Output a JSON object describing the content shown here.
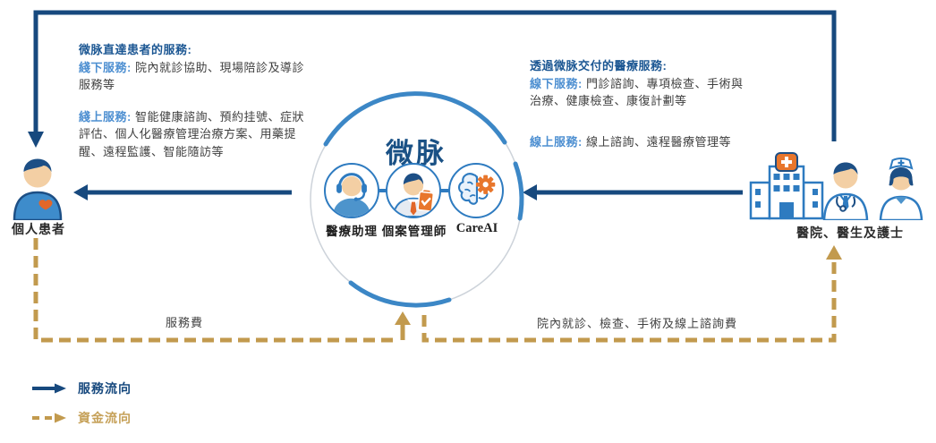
{
  "colors": {
    "service_flow_navy": "#17497e",
    "fund_flow_gold": "#c29a4e",
    "accent_blue": "#2e7bc0",
    "accent_orange": "#e8762c",
    "subheading_light_blue": "#4d8fd1"
  },
  "left_panel": {
    "title": "微脉直達患者的服務:",
    "offline_label": "綫下服務:",
    "offline_text": "院內就診協助、現場陪診及導診服務等",
    "online_label": "綫上服務:",
    "online_text": "智能健康諮詢、預約挂號、症狀評估、個人化醫療管理治療方案、用藥提醒、遠程監護、智能隨訪等"
  },
  "right_panel": {
    "title": "透過微脉交付的醫療服務:",
    "offline_label": "線下服務:",
    "offline_text": "門診諮詢、專項檢查、手術與治療、健康檢查、康復計劃等",
    "online_label": "線上服務:",
    "online_text": "線上諮詢、遠程醫療管理等"
  },
  "center": {
    "title": "微脉",
    "roles": [
      {
        "label": "醫療助理",
        "icon": "support-agent-icon"
      },
      {
        "label": "個案管理師",
        "icon": "case-manager-icon"
      },
      {
        "label": "CareAI",
        "icon": "brain-gear-icon"
      }
    ]
  },
  "actors": {
    "patient": {
      "label": "個人患者",
      "icon": "patient-icon"
    },
    "providers": {
      "label": "醫院、醫生及護士",
      "icons": [
        "hospital-icon",
        "doctor-icon",
        "nurse-icon"
      ]
    }
  },
  "fund_flows": {
    "patient_to_weimai": "服務費",
    "weimai_to_providers": "院內就診、檢查、手術及線上諮詢費"
  },
  "legend": {
    "service": {
      "label": "服務流向"
    },
    "fund": {
      "label": "資金流向"
    }
  }
}
